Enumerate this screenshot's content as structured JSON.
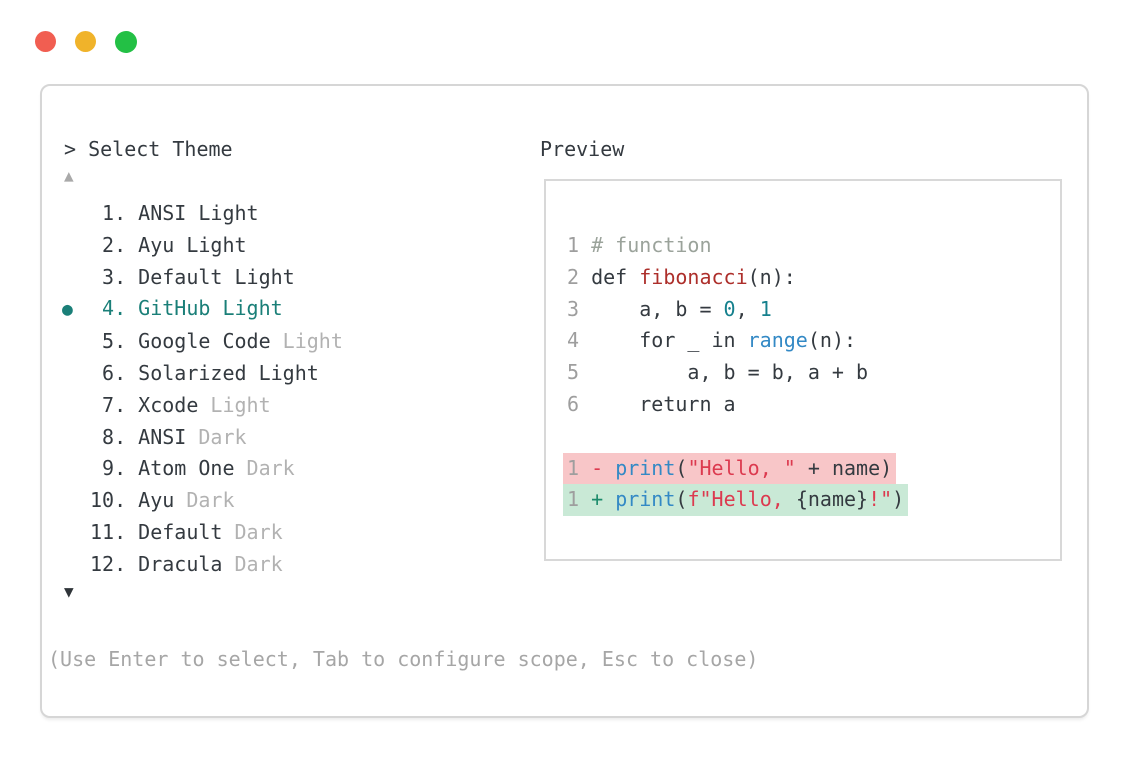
{
  "colors": {
    "accent_teal": "#1a7f78",
    "traffic_red": "#f15e51",
    "traffic_yellow": "#f0b32a",
    "traffic_green": "#23c045",
    "diff_removed_bg": "#f8c6c8",
    "diff_added_bg": "#c9e9d6",
    "token_string_red": "#dc3a4f",
    "token_function_red": "#ad2f2b",
    "token_builtin_blue": "#3389c5",
    "token_number_teal": "#15808d",
    "token_comment_gray": "#9ba39b",
    "muted_gray": "#b2b2b2",
    "foreground": "#343a40",
    "border_gray": "#d6d6d6"
  },
  "picker": {
    "prompt": "> Select Theme",
    "scroll_up_glyph": "▲",
    "scroll_down_glyph": "▼",
    "selected_bullet_glyph": "●",
    "items": [
      {
        "number": " 1.",
        "name": "ANSI",
        "variant": "Light",
        "variant_muted": false,
        "selected": false
      },
      {
        "number": " 2.",
        "name": "Ayu",
        "variant": "Light",
        "variant_muted": false,
        "selected": false
      },
      {
        "number": " 3.",
        "name": "Default",
        "variant": "Light",
        "variant_muted": false,
        "selected": false
      },
      {
        "number": " 4.",
        "name": "GitHub",
        "variant": "Light",
        "variant_muted": false,
        "selected": true
      },
      {
        "number": " 5.",
        "name": "Google Code",
        "variant": "Light",
        "variant_muted": true,
        "selected": false
      },
      {
        "number": " 6.",
        "name": "Solarized",
        "variant": "Light",
        "variant_muted": false,
        "selected": false
      },
      {
        "number": " 7.",
        "name": "Xcode",
        "variant": "Light",
        "variant_muted": true,
        "selected": false
      },
      {
        "number": " 8.",
        "name": "ANSI",
        "variant": "Dark",
        "variant_muted": true,
        "selected": false
      },
      {
        "number": " 9.",
        "name": "Atom One",
        "variant": "Dark",
        "variant_muted": true,
        "selected": false
      },
      {
        "number": "10.",
        "name": "Ayu",
        "variant": "Dark",
        "variant_muted": true,
        "selected": false
      },
      {
        "number": "11.",
        "name": "Default",
        "variant": "Dark",
        "variant_muted": true,
        "selected": false
      },
      {
        "number": "12.",
        "name": "Dracula",
        "variant": "Dark",
        "variant_muted": true,
        "selected": false
      }
    ],
    "help": "(Use Enter to select, Tab to configure scope, Esc to close)"
  },
  "preview": {
    "label": "Preview",
    "lines": [
      {
        "num": "1",
        "type": "code",
        "tokens": [
          [
            "# function",
            "comment"
          ]
        ]
      },
      {
        "num": "2",
        "type": "code",
        "tokens": [
          [
            "def ",
            "fg"
          ],
          [
            "fibonacci",
            "func"
          ],
          [
            "(n):",
            "fg"
          ]
        ]
      },
      {
        "num": "3",
        "type": "code",
        "tokens": [
          [
            "    a, b = ",
            "fg"
          ],
          [
            "0",
            "num"
          ],
          [
            ", ",
            "fg"
          ],
          [
            "1",
            "num"
          ]
        ]
      },
      {
        "num": "4",
        "type": "code",
        "tokens": [
          [
            "    for _ in ",
            "fg"
          ],
          [
            "range",
            "builtin"
          ],
          [
            "(n):",
            "fg"
          ]
        ]
      },
      {
        "num": "5",
        "type": "code",
        "tokens": [
          [
            "        a, b = b, a + b",
            "fg"
          ]
        ]
      },
      {
        "num": "6",
        "type": "code",
        "tokens": [
          [
            "    return a",
            "fg"
          ]
        ]
      },
      {
        "num": "",
        "type": "blank",
        "tokens": []
      },
      {
        "num": "1",
        "type": "removed",
        "tokens": [
          [
            "- ",
            "string"
          ],
          [
            "print",
            "builtin"
          ],
          [
            "(",
            "fg"
          ],
          [
            "\"Hello, \"",
            "string"
          ],
          [
            " + name)",
            "fg"
          ]
        ]
      },
      {
        "num": "1",
        "type": "added",
        "tokens": [
          [
            "+ ",
            "plus"
          ],
          [
            "print",
            "builtin"
          ],
          [
            "(",
            "fg"
          ],
          [
            "f\"Hello, ",
            "string"
          ],
          [
            "{name}",
            "fg"
          ],
          [
            "!\"",
            "string"
          ],
          [
            ")",
            "fg"
          ]
        ]
      }
    ]
  }
}
